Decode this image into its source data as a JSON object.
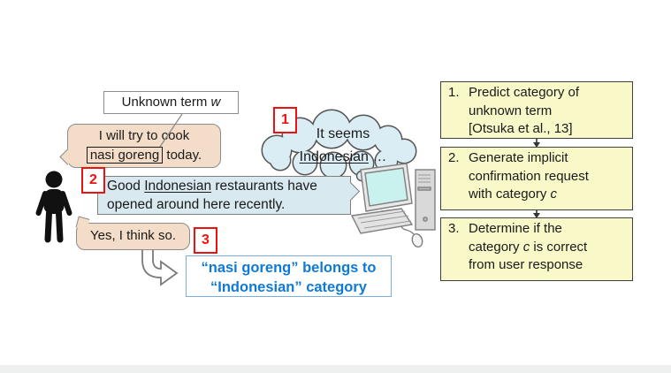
{
  "figure": {
    "unknown_term_label": "Unknown term *w*",
    "user_bubble_1": "I will try to cook\n[[nasi goreng]] today.",
    "thought_cloud": "It seems\n_Indonesian_ …",
    "system_bubble": "Good _Indonesian_ restaurants have\nopened around here recently.",
    "user_bubble_2": "Yes, I think so.",
    "conclusion": "“nasi goreng” belongs to\n“Indonesian” category",
    "badges": [
      "1",
      "2",
      "3"
    ],
    "icons": {
      "person": "person-silhouette-icon",
      "computer": "desktop-computer-icon",
      "cloud": "thought-cloud-shape",
      "curved_arrow": "curved-arrow-icon",
      "step_arrows": "down-arrow-icon"
    }
  },
  "steps": [
    {
      "num": "1.",
      "text": "Predict category of\nunknown term\n[Otsuka et al., 13]"
    },
    {
      "num": "2.",
      "text": "Generate implicit\nconfirmation request\nwith category *c*"
    },
    {
      "num": "3.",
      "text": "Determine if the\ncategory *c* is correct\nfrom user response"
    }
  ],
  "colors": {
    "red_accent": "#ee1111",
    "tan_fill": "#f3ddc8",
    "tan_border": "#8c8c8c",
    "blue_fill": "#d9e9f0",
    "blue_border": "#7f7f7f",
    "cloud_fill": "#daecf4",
    "outline": "#555555",
    "yellow_fill": "#f8f8c9",
    "yellow_border": "#3f3f3f",
    "conclusion_text": "#0f7ad4",
    "conclusion_border": "#79afe0",
    "text": "#1a1a1a"
  }
}
